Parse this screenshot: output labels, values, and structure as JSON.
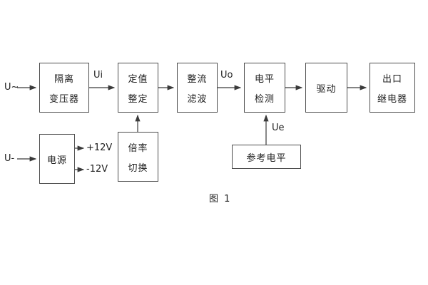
{
  "diagram": {
    "caption": "图 1",
    "inputs": {
      "ac": "U~",
      "dc": "U-"
    },
    "signals": {
      "ui": "Ui",
      "uo": "Uo",
      "ue": "Ue"
    },
    "rails": {
      "pos": "+12V",
      "neg": "-12V"
    },
    "blocks": {
      "transformer": {
        "line1": "隔离",
        "line2": "变压器"
      },
      "setting": {
        "line1": "定值",
        "line2": "整定"
      },
      "rectifier": {
        "line1": "整流",
        "line2": "滤波"
      },
      "detector": {
        "line1": "电平",
        "line2": "检测"
      },
      "driver": {
        "line1": "驱动"
      },
      "relay": {
        "line1": "出口",
        "line2": "继电器"
      },
      "power": {
        "line1": "电源"
      },
      "ratio": {
        "line1": "倍率",
        "line2": "切换"
      },
      "reference": {
        "line1": "参考电平"
      }
    },
    "wire_color": "#3a3a3a",
    "border_color": "#4d4d4d"
  }
}
